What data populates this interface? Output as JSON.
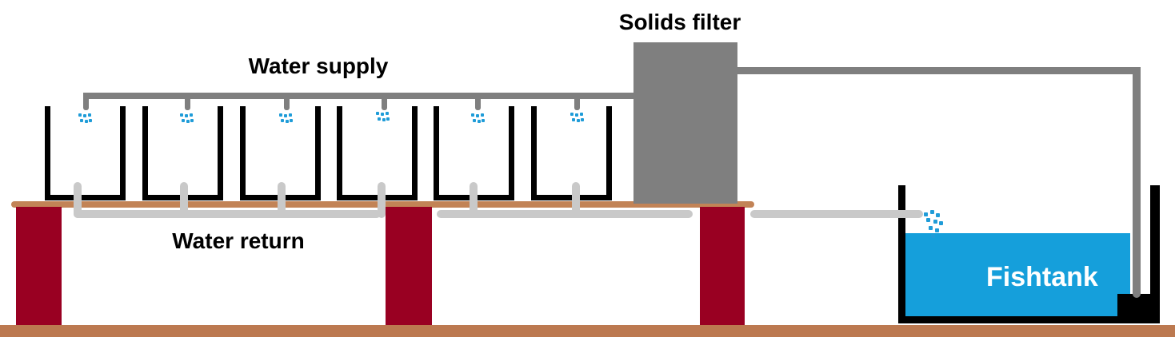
{
  "diagram": {
    "labels": {
      "water_supply": "Water supply",
      "solids_filter": "Solids filter",
      "water_return": "Water return",
      "fishtank": "Fishtank"
    },
    "counts": {
      "grow_beds": 6,
      "supply_drippers": 6,
      "return_drains": 6,
      "table_legs": 3
    },
    "colors": {
      "supply_pipe_gray": "#7F7F7F",
      "return_pipe_gray": "#C9C9C9",
      "solids_filter_gray": "#7F7F7F",
      "table_brown": "#C28356",
      "floor_brown": "#BC7950",
      "leg_dark_red": "#990022",
      "water_blue": "#159FDB",
      "droplet_blue": "#1F9CD8",
      "tank_black": "#000000",
      "label_black": "#000000",
      "fishtank_label_white": "#FFFFFF"
    }
  }
}
